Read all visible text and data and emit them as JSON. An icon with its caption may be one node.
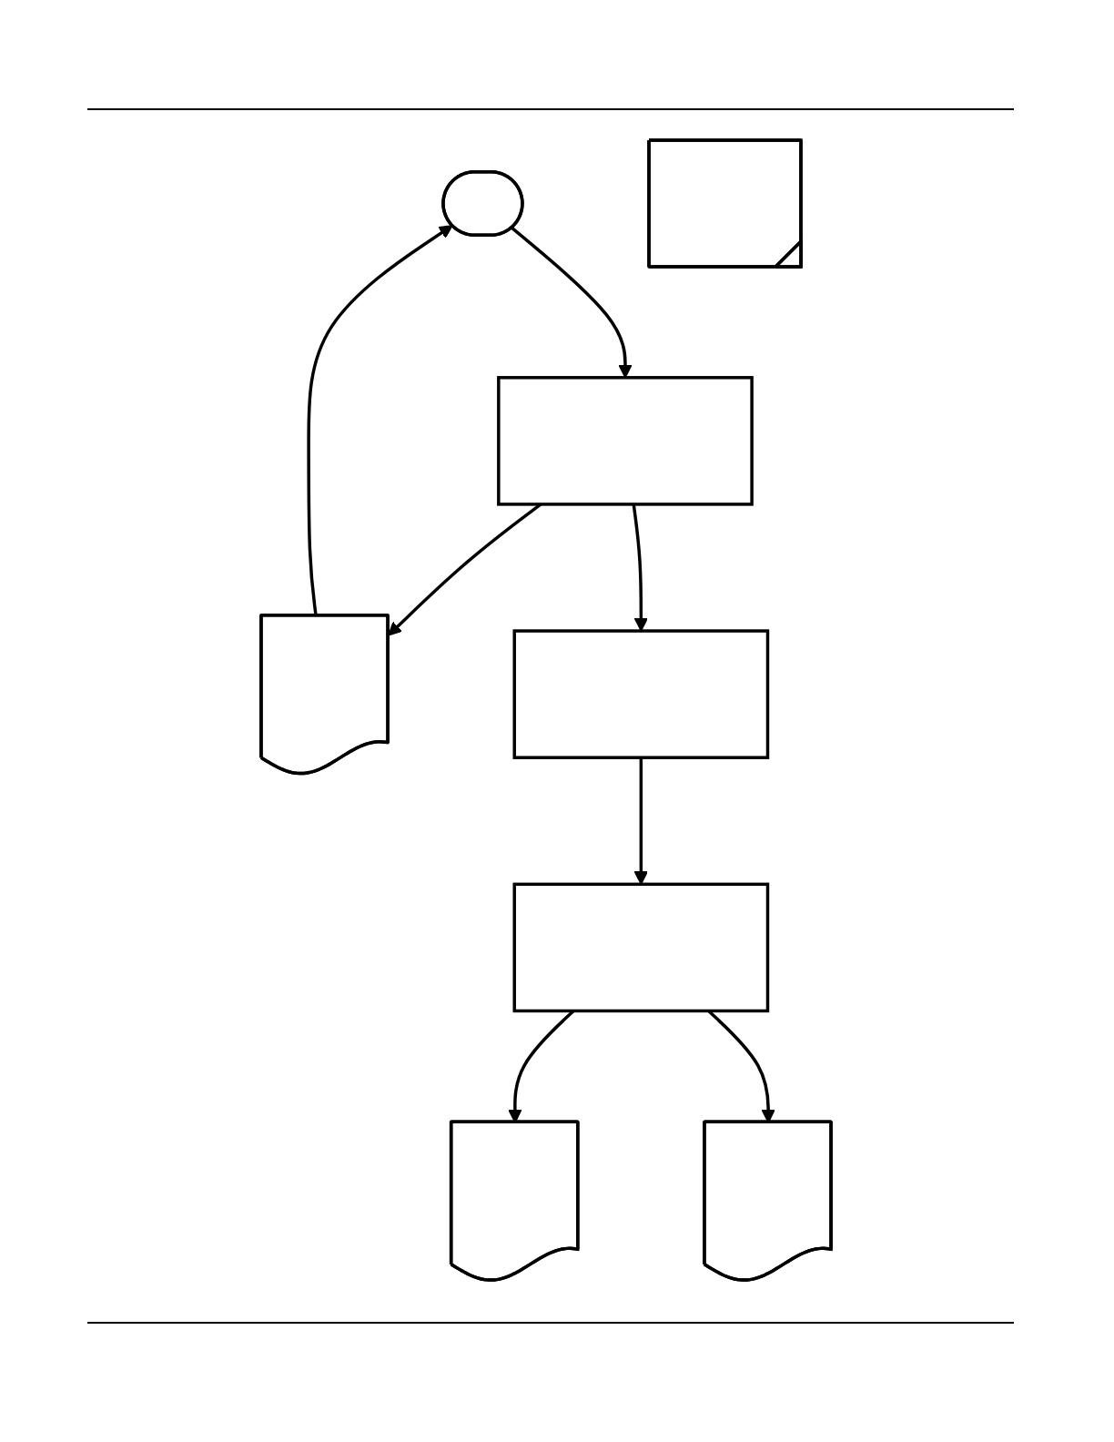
{
  "diagram": {
    "nodes": [
      {
        "text": [],
        "shape": "stadium"
      },
      {
        "text": [],
        "shape": "tab"
      },
      {
        "text": [],
        "shape": "box"
      },
      {
        "text": [],
        "shape": "note"
      },
      {
        "text": [],
        "shape": "box"
      },
      {
        "text": [],
        "shape": "box"
      },
      {
        "text": [],
        "shape": "note"
      },
      {
        "text": [],
        "shape": "note"
      }
    ],
    "edges": [
      {
        "from": 0,
        "to": 2,
        "arrow": "to"
      },
      {
        "from": 2,
        "to": 3,
        "arrow": "to"
      },
      {
        "from": 3,
        "to": 0,
        "arrow": "to"
      },
      {
        "from": 2,
        "to": 4,
        "arrow": "to"
      },
      {
        "from": 4,
        "to": 5,
        "arrow": "to"
      },
      {
        "from": 5,
        "to": 6,
        "arrow": "to"
      },
      {
        "from": 5,
        "to": 7,
        "arrow": "to"
      }
    ]
  }
}
